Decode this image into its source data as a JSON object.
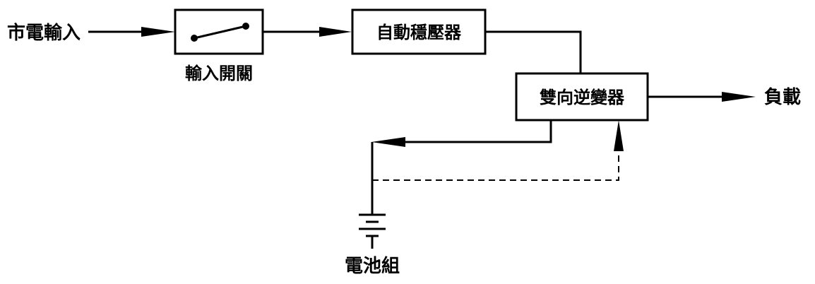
{
  "diagram": {
    "mains_input": "市電輸入",
    "input_switch": "輸入開關",
    "avr": "自動穩壓器",
    "bidirectional_inverter": "雙向逆變器",
    "load": "負載",
    "battery": "電池組"
  },
  "colors": {
    "line": "#000000",
    "background": "#ffffff"
  }
}
